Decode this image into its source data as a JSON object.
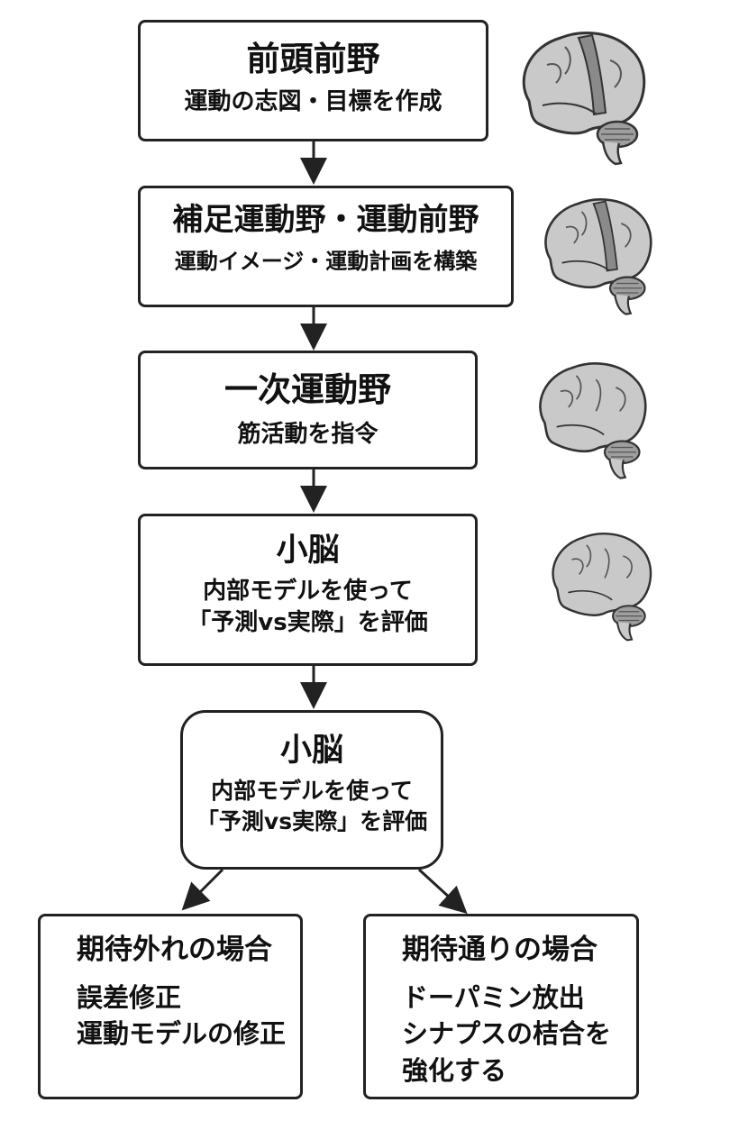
{
  "steps": [
    {
      "title": "前頭前野",
      "description": "運動の志図・目標を作成"
    },
    {
      "title": "補足運動野・運動前野",
      "description": "運動イメージ・運動計画を構築"
    },
    {
      "title": "一次運動野",
      "description": "筋活動を指令"
    },
    {
      "title": "小脳",
      "line1": "内部モデルを使って",
      "line2": "「予測vs実際」を評価"
    },
    {
      "title": "小脳",
      "line1": "内部モデルを使って",
      "line2": "「予測vs実際」を評価"
    }
  ],
  "outcomes": [
    {
      "title": "期待外れの場合",
      "lines": [
        "誤差修正",
        "運動モデルの修正"
      ]
    },
    {
      "title": "期待通りの場合",
      "lines": [
        "ドーパミン放出",
        "シナプスの桔合を",
        "強化する"
      ]
    }
  ],
  "icons": [
    "brain-icon",
    "arrow-down-icon",
    "arrow-diagonal-icon"
  ],
  "colors": {
    "stroke": "#222222",
    "brain_fill": "#c9c9c9",
    "brain_highlight": "#8a8a8a",
    "cerebellum": "#9e9e9e"
  }
}
